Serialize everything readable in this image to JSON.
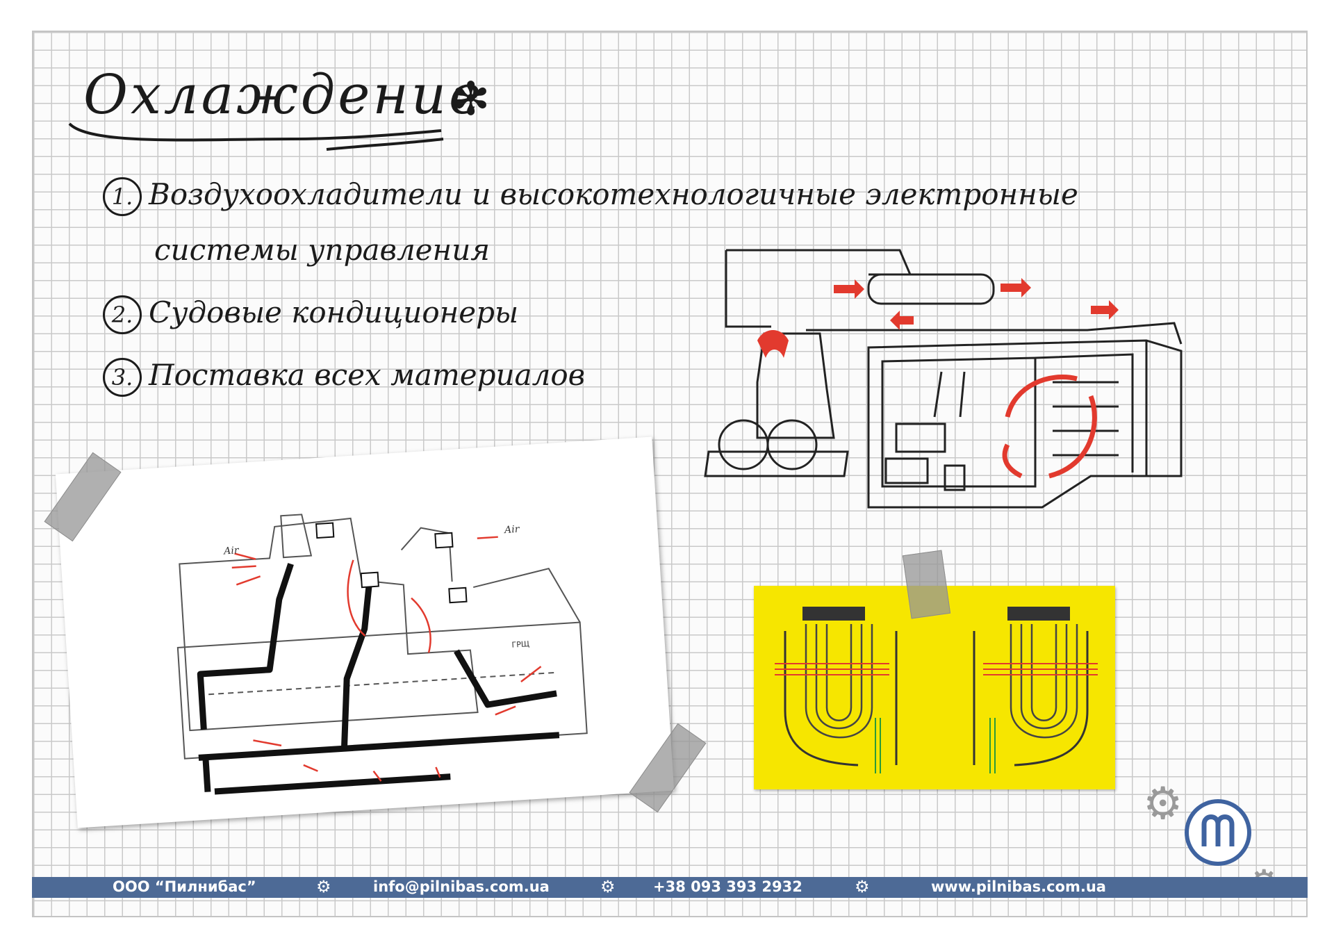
{
  "header": {
    "title": "Охлаждение",
    "snowflake": "✻"
  },
  "items": [
    {
      "num": "1.",
      "line1": "Воздухоохладители и высокотехнологичные электронные",
      "line2": "системы управления"
    },
    {
      "num": "2.",
      "text": "Судовые кондиционеры"
    },
    {
      "num": "3.",
      "text": "Поставка всех материалов"
    }
  ],
  "ship_diagram": {
    "air_label_left": "Air",
    "air_label_right": "Air",
    "tag_label": "ГРЩ"
  },
  "footer": {
    "company": "ООО “Пилнибас”",
    "email": "info@pilnibas.com.ua",
    "phone": "+38 093 393 2932",
    "website": "www.pilnibas.com.ua",
    "gear_glyph": "⚙"
  },
  "colors": {
    "footer_bar": "#4d6a96",
    "accent_red": "#e23a2e",
    "card_yellow": "#f6e600",
    "logo_blue": "#3f63a0"
  }
}
